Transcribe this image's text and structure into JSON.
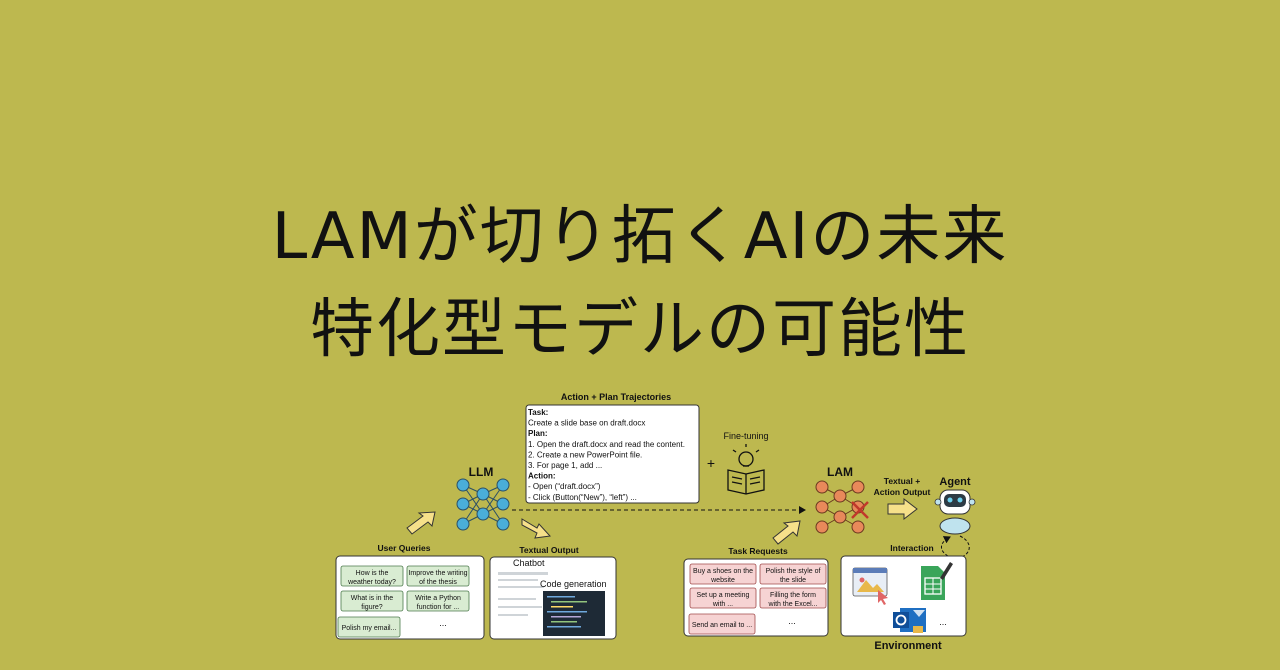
{
  "title": {
    "line1": "LAMが切り拓くAIの未来",
    "line2": "特化型モデルの可能性"
  },
  "figure": {
    "trajectories_heading": "Action + Plan Trajectories",
    "traj_lines": [
      {
        "text": "Task:",
        "bold": true
      },
      {
        "text": "Create a slide base on draft.docx",
        "bold": false
      },
      {
        "text": "Plan:",
        "bold": true
      },
      {
        "text": "1. Open the draft.docx and read the content.",
        "bold": false
      },
      {
        "text": "2. Create a new PowerPoint file.",
        "bold": false
      },
      {
        "text": "3. For page 1, add ...",
        "bold": false
      },
      {
        "text": "Action:",
        "bold": true
      },
      {
        "text": "- Open (“draft.docx”)",
        "bold": false
      },
      {
        "text": "- Click (Button(“New”), “left”) ...",
        "bold": false
      }
    ],
    "plus": "+",
    "finetuning": "Fine-tuning",
    "llm": "LLM",
    "lam": "LAM",
    "textual_action_output": [
      "Textual +",
      "Action Output"
    ],
    "agent": "Agent",
    "user_queries": {
      "heading": "User Queries",
      "items": [
        [
          "How is the",
          "weather today?"
        ],
        [
          "Improve the writing",
          "of the thesis"
        ],
        [
          "What is in the",
          "figure?"
        ],
        [
          "Write a Python",
          "function for ..."
        ],
        [
          "Polish my email..."
        ]
      ],
      "ellipsis": "..."
    },
    "textual_output": {
      "heading": "Textual Output",
      "chatbot": "Chatbot",
      "codegen": "Code generation"
    },
    "task_requests": {
      "heading": "Task Requests",
      "items": [
        [
          "Buy a shoes on the",
          "website"
        ],
        [
          "Polish the style of",
          "the slide"
        ],
        [
          "Set up a meeting",
          "with ..."
        ],
        [
          "Filling the form",
          "with the Excel..."
        ],
        [
          "Send an email to ..."
        ]
      ],
      "ellipsis": "..."
    },
    "interaction": "Interaction",
    "environment": {
      "heading": "Environment",
      "ellipsis": "..."
    },
    "colors": {
      "background": "#bdb84f",
      "query_box": "#d9ecd2",
      "task_box": "#f6d3d3",
      "llm_node": "#4aaed9",
      "lam_node": "#e8895a",
      "arrow_fill": "#f6e08a"
    }
  }
}
